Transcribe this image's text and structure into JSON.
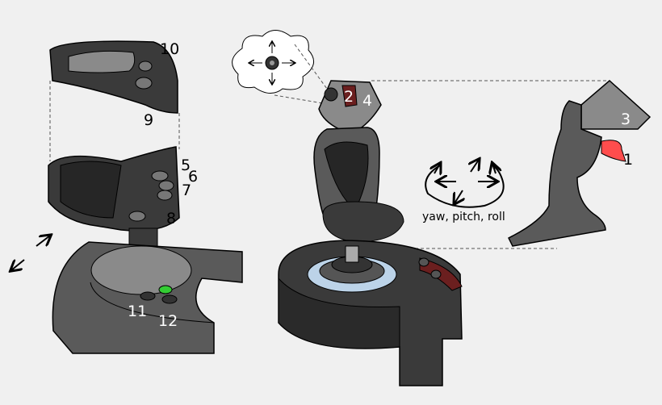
{
  "labels": {
    "n1": "1",
    "n2": "2",
    "n3": "3",
    "n4": "4",
    "n5": "5",
    "n6": "6",
    "n7": "7",
    "n8": "8",
    "n9": "9",
    "n10": "10",
    "n11": "11",
    "n12": "12"
  },
  "motion_caption": "yaw, pitch, roll",
  "colors": {
    "background": "#f0f0f0",
    "body_dark": "#3a3a3a",
    "body_mid": "#5a5a5a",
    "body_light": "#8a8a8a",
    "trigger_red": "#ff4d4d",
    "button_dark_red": "#6b1f1f",
    "led_green": "#33cc33",
    "ring_blue": "#bcd3e8"
  }
}
